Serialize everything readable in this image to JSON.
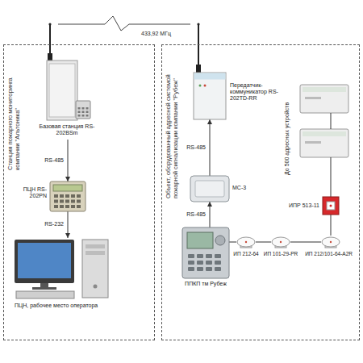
{
  "diagram": {
    "nodes": [
      {
        "text": [
          "Станция пожарного мониторинга компании \"Альтоника\""
        ]
      },
      {
        "text": [
          "Объект, оборудованный адресной системой пожарной сигнализации компании \"Рубеж\""
        ]
      },
      {
        "text": [
          "Базовая станция RS-202BSm"
        ],
        "in": 0
      },
      {
        "text": [
          "ПЦН RS-202PN"
        ],
        "in": 0
      },
      {
        "text": [
          "ПЦН, рабочее место оператора"
        ],
        "in": 0
      },
      {
        "text": [
          "Передатчик-коммуникатор RS-202TD-RR"
        ],
        "in": 1
      },
      {
        "text": [
          "МС-3"
        ],
        "in": 1
      },
      {
        "text": [
          "ППКП тм Рубеж"
        ],
        "in": 1
      },
      {
        "text": [
          "ИП 212-64"
        ],
        "in": 1
      },
      {
        "text": [
          "ИП 101-29-PR"
        ],
        "in": 1
      },
      {
        "text": [
          "ИП 212/101-64-A2R"
        ],
        "in": 1
      },
      {
        "text": [
          "ИПР 513-11"
        ],
        "in": 1
      }
    ],
    "edges": [
      {
        "from": 2,
        "to": 3,
        "label": "RS-485",
        "arrow": "to"
      },
      {
        "from": 3,
        "to": 4,
        "label": "RS-232",
        "arrow": "to"
      },
      {
        "from": 6,
        "to": 5,
        "label": "RS-485",
        "arrow": "to"
      },
      {
        "from": 7,
        "to": 6,
        "label": "RS-485",
        "arrow": "to"
      },
      {
        "from": 7,
        "to": 8,
        "arrow": "none"
      },
      {
        "from": 8,
        "to": 9,
        "arrow": "none"
      },
      {
        "from": 9,
        "to": 10,
        "arrow": "none"
      },
      {
        "from": 10,
        "to": 11,
        "arrow": "none"
      }
    ],
    "labels": [
      "433,92 МГц",
      "До 500 адресных устройств"
    ]
  }
}
